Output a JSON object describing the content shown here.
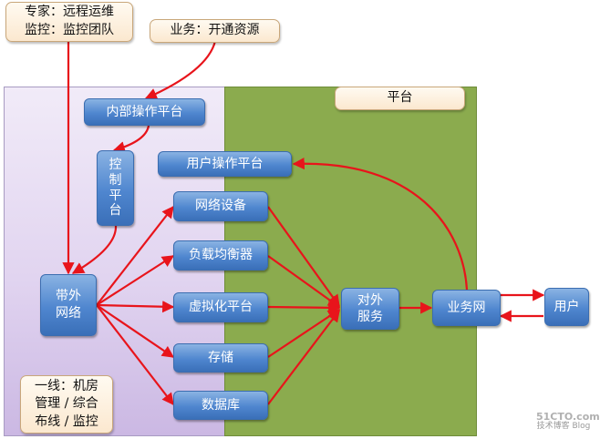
{
  "notes": {
    "expert": "专家：远程运维\n监控：监控团队",
    "business": "业务：开通资源",
    "frontline": "一线：机房\n管理 / 综合\n布线 / 监控",
    "platform": "平台"
  },
  "nodes": {
    "internal_ops_platform": "内部操作平台",
    "control_platform": "控\n制\n平\n台",
    "user_ops_platform": "用户操作平台",
    "network_equipment": "网络设备",
    "load_balancer": "负载均衡器",
    "virtualization_platform": "虚拟化平台",
    "storage": "存储",
    "database": "数据库",
    "oob_network": "带外\n网络",
    "external_service": "对外\n服务",
    "business_network": "业务网",
    "user": "用户"
  },
  "watermark": {
    "brand": "51CTO.com",
    "sub": "技术博客 Blog"
  },
  "colors": {
    "arrow": "#e8141b",
    "platform_zone": "#8bab4e",
    "box": "#4f86cf"
  }
}
